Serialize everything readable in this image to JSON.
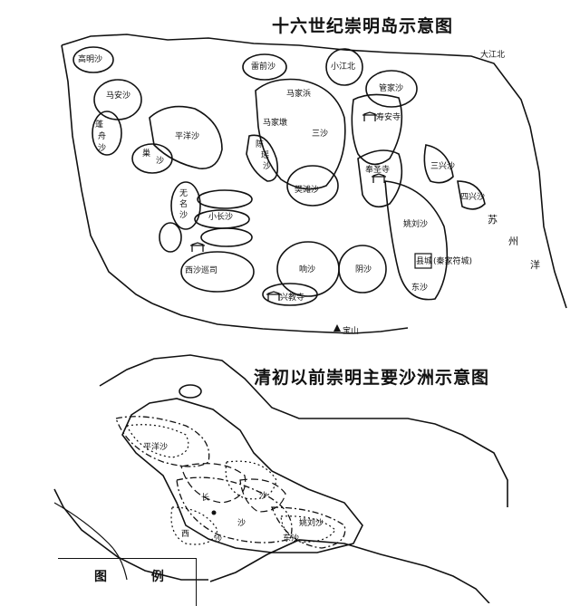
{
  "titles": {
    "top": "十六世纪崇明岛示意图",
    "bottom": "清初以前崇明主要沙洲示意图"
  },
  "legend": {
    "title": "图 例"
  },
  "map_top": {
    "labels": {
      "dajiangbei": "大江北",
      "gaomingsha": "高明沙",
      "yuqiansha": "雷前沙",
      "xiaojiangbei": "小江北",
      "guanjiasha": "管家沙",
      "maanshsa": "马安沙",
      "majiabang": "马家浜",
      "shouansi": "寿安寺",
      "zhoushansha_1": "蓬",
      "zhoushansha_2": "舟",
      "zhoushansha_3": "沙",
      "majiadun": "马家墩",
      "sansha": "三沙",
      "pingyangsha": "平洋沙",
      "shasha_1": "巢",
      "shasha_2": "沙",
      "chenxisha_1": "陈",
      "chenxisha_2": "瑶",
      "chenxisha_3": "沙",
      "fengshengsi": "奉圣寺",
      "sanyuesha": "三兴沙",
      "fanxiansha": "樊滩沙",
      "wumingsha_1": "无",
      "wumingsha_2": "名",
      "wumingsha_3": "沙",
      "siyuesha": "四兴沙",
      "xiaochangsha": "小长沙",
      "yaoliusha": "姚刘沙",
      "su": "苏",
      "zhou": "州",
      "yang": "洋",
      "xishaxunsi": "西沙巡司",
      "xiangsha": "响沙",
      "yinsha": "阴沙",
      "xiancheng": "县城",
      "qinjiafucheng": "(秦家符城)",
      "dongsha": "东沙",
      "xingjiaosi": "兴教寺",
      "baoshan": "宝山"
    }
  },
  "map_bottom": {
    "labels": {
      "pingyangsha": "平洋沙",
      "chang": "长",
      "sha_mid": "沙",
      "xi": "西",
      "sha_low": "沙",
      "sha_right": "沙",
      "yaoliusha": "姚刘沙",
      "dongsha": "东沙"
    }
  }
}
